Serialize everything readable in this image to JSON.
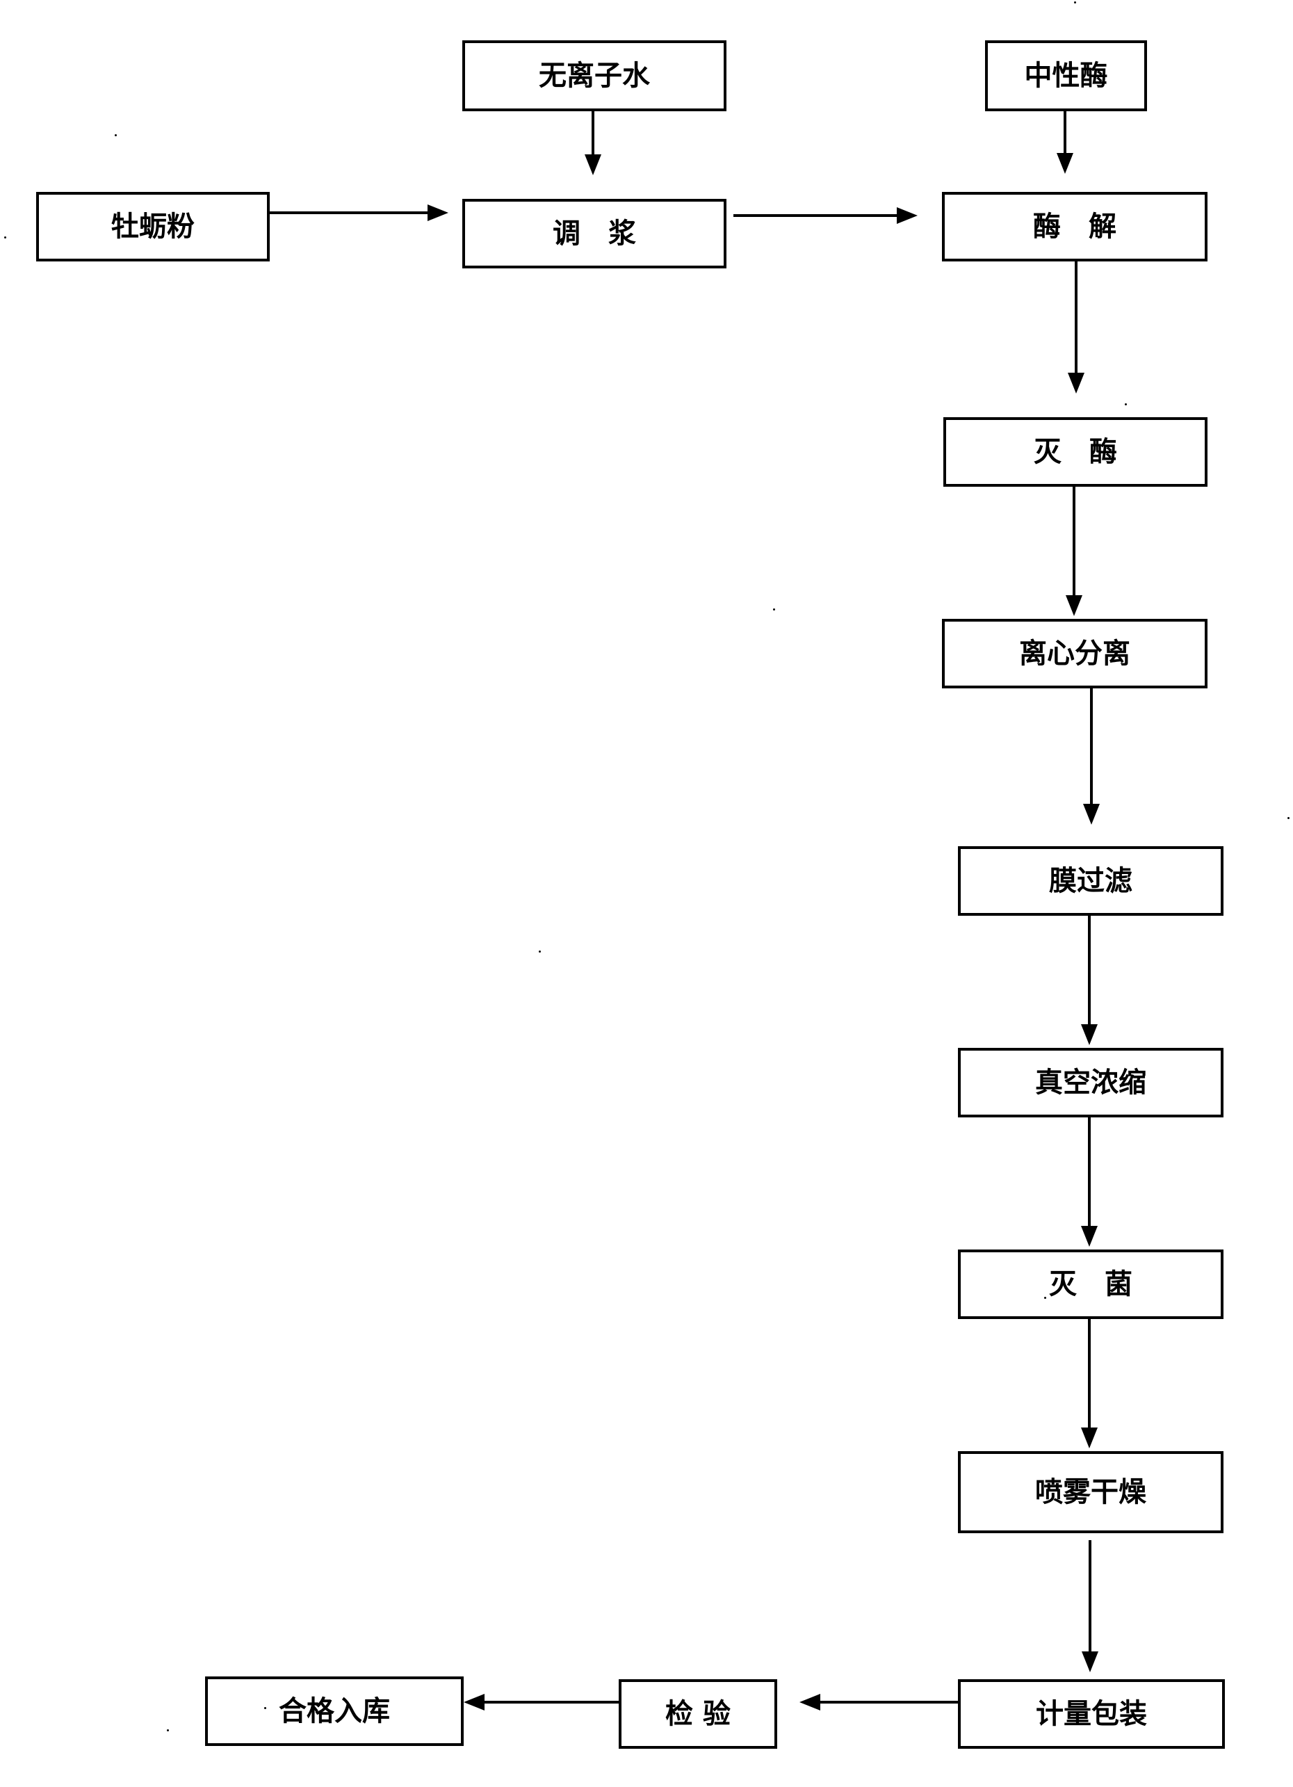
{
  "nodes": {
    "water": "无离子水",
    "enzyme": "中性酶",
    "oyster": "牡蛎粉",
    "slurry": "调　浆",
    "hydrolysis": "酶　解",
    "inactivate": "灭　酶",
    "centrifuge": "离心分离",
    "membrane": "膜过滤",
    "vacuum": "真空浓缩",
    "sterilize": "灭　菌",
    "spray": "喷雾干燥",
    "package": "计量包装",
    "inspect": "检 验",
    "storage": "合格入库"
  },
  "colors": {
    "stroke": "#000000",
    "background": "#ffffff"
  }
}
